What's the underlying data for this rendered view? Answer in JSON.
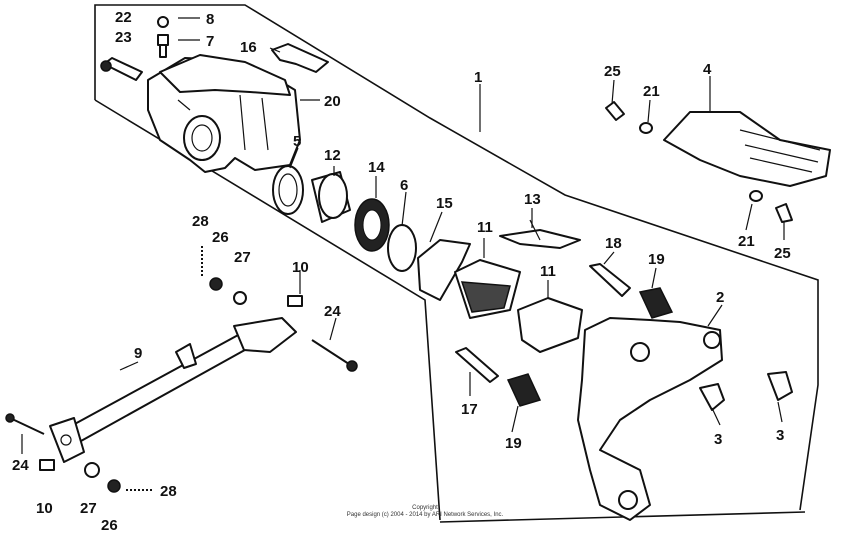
{
  "callouts": {
    "n1": "1",
    "n2": "2",
    "n3a": "3",
    "n3b": "3",
    "n4": "4",
    "n5": "5",
    "n6": "6",
    "n7": "7",
    "n8": "8",
    "n9": "9",
    "n10a": "10",
    "n10b": "10",
    "n11a": "11",
    "n11b": "11",
    "n12": "12",
    "n13": "13",
    "n14": "14",
    "n15": "15",
    "n16": "16",
    "n17": "17",
    "n18": "18",
    "n19a": "19",
    "n19b": "19",
    "n20": "20",
    "n21a": "21",
    "n21b": "21",
    "n22": "22",
    "n23": "23",
    "n24a": "24",
    "n24b": "24",
    "n25a": "25",
    "n25b": "25",
    "n26a": "26",
    "n26b": "26",
    "n27a": "27",
    "n27b": "27",
    "n28a": "28",
    "n28b": "28"
  },
  "copyright": {
    "line1": "Copyright",
    "line2": "Page design (c) 2004 - 2014 by ARI Network Services, Inc."
  }
}
